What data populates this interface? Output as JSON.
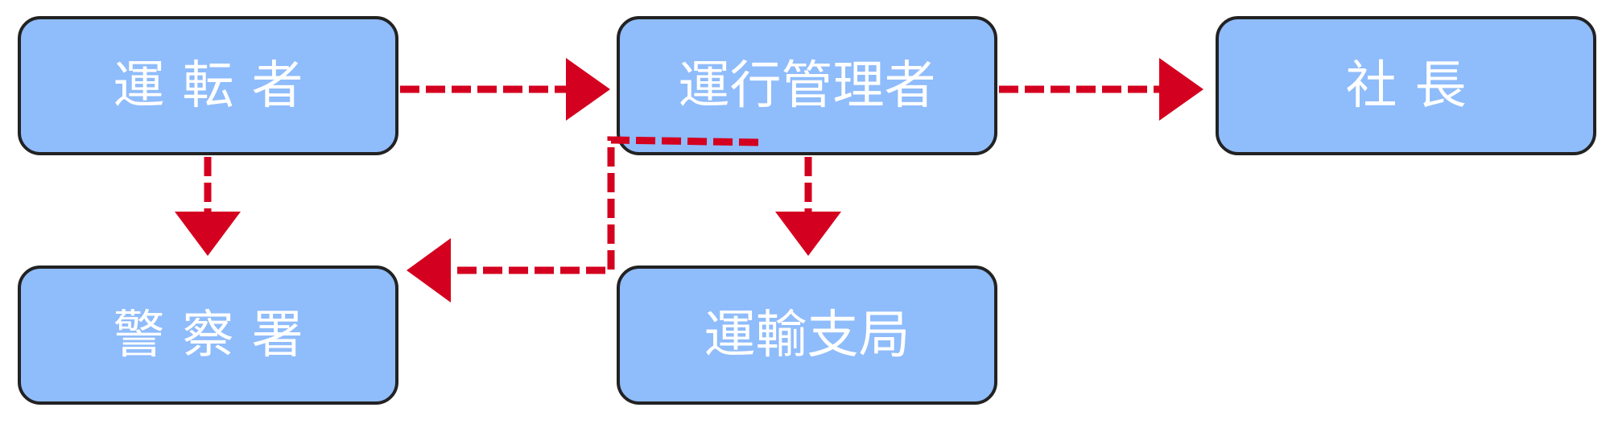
{
  "diagram": {
    "nodes": {
      "driver": "運転者",
      "manager": "運行管理者",
      "president": "社長",
      "police": "警察署",
      "transport": "運輸支局"
    },
    "edges": [
      {
        "from": "運転者",
        "to": "運行管理者",
        "style": "dashed"
      },
      {
        "from": "運行管理者",
        "to": "社長",
        "style": "dashed"
      },
      {
        "from": "運転者",
        "to": "警察署",
        "style": "dashed"
      },
      {
        "from": "運行管理者",
        "to": "運輸支局",
        "style": "dashed"
      },
      {
        "from": "運行管理者",
        "to": "警察署",
        "style": "dashed"
      }
    ],
    "colors": {
      "node_fill": "#8fbcfb",
      "node_border": "#222222",
      "node_text": "#ffffff",
      "arrow": "#d4001f"
    }
  }
}
